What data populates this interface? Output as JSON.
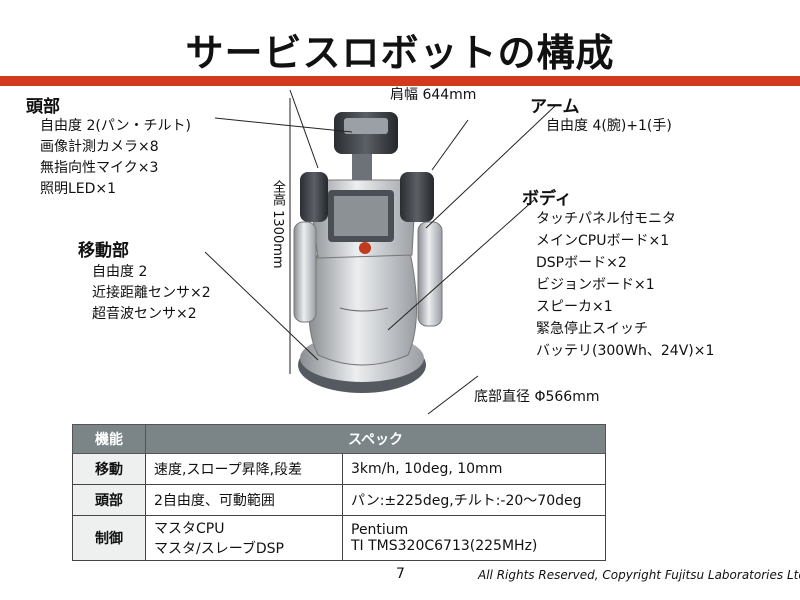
{
  "title": "サービスロボットの構成",
  "head": {
    "heading": "頭部",
    "items": [
      "自由度 2(パン・チルト)",
      "画像計測カメラ×8",
      "無指向性マイク×3",
      "照明LED×1"
    ]
  },
  "arm": {
    "heading": "アーム",
    "items": [
      "自由度 4(腕)+1(手)"
    ]
  },
  "body_section": {
    "heading": "ボディ",
    "items": [
      "タッチパネル付モニタ",
      "メインCPUボード×1",
      "DSPボード×2",
      "ビジョンボード×1",
      "スピーカ×1",
      "緊急停止スイッチ",
      "バッテリ(300Wh、24V)×1"
    ]
  },
  "mobile": {
    "heading": "移動部",
    "items": [
      "自由度 2",
      "近接距離センサ×2",
      "超音波センサ×2"
    ]
  },
  "dimensions": {
    "shoulder": "肩幅 644mm",
    "height": "全高 1300mm",
    "base": "底部直径 Φ566mm"
  },
  "spec_table": {
    "headers": [
      "機能",
      "スペック"
    ],
    "rows": [
      {
        "func": "移動",
        "desc": [
          "速度,スロープ昇降,段差"
        ],
        "spec": [
          "3km/h, 10deg, 10mm"
        ]
      },
      {
        "func": "頭部",
        "desc": [
          "2自由度、可動範囲"
        ],
        "spec": [
          "パン:±225deg,チルト:-20〜70deg"
        ]
      },
      {
        "func": "制御",
        "desc": [
          "マスタCPU",
          "マスタ/スレーブDSP"
        ],
        "spec": [
          "Pentium",
          "TI TMS320C6713(225MHz)"
        ]
      }
    ]
  },
  "page_number": "7",
  "copyright": "All Rights Reserved, Copyright Fujitsu Laboratories Ltd."
}
